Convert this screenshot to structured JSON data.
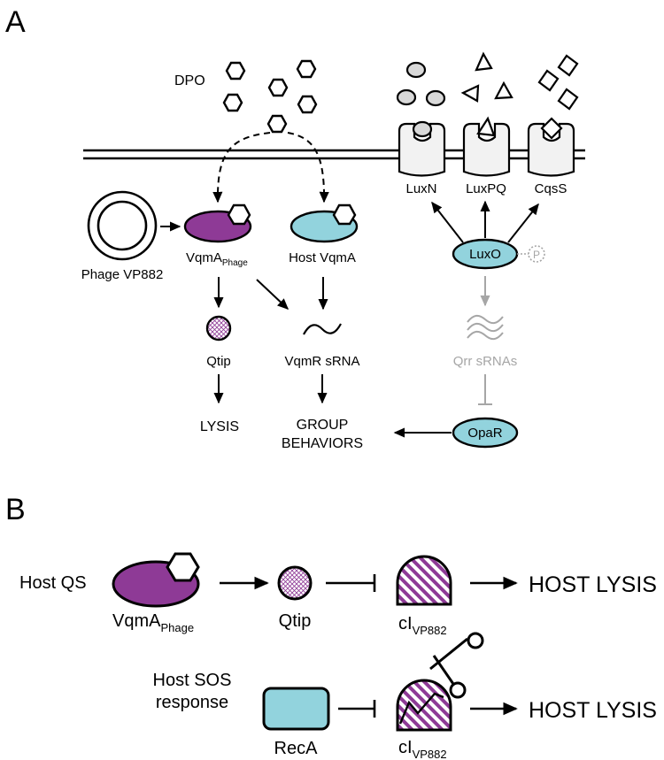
{
  "panels": {
    "a_label": "A",
    "b_label": "B"
  },
  "panel_a": {
    "dpo_label": "DPO",
    "receptors": [
      "LuxN",
      "LuxPQ",
      "CqsS"
    ],
    "phage_label": "Phage VP882",
    "vqma_phage_main": "VqmA",
    "vqma_phage_sub": "Phage",
    "host_vqma_label": "Host VqmA",
    "luxo_label": "LuxO",
    "phospho_label": "P",
    "qtip_label": "Qtip",
    "vqmr_label": "VqmR sRNA",
    "qrr_label": "Qrr sRNAs",
    "lysis_label": "LYSIS",
    "group_line1": "GROUP",
    "group_line2": "BEHAVIORS",
    "opar_label": "OpaR"
  },
  "panel_b": {
    "host_qs_label": "Host QS",
    "vqma_main": "VqmA",
    "vqma_sub": "Phage",
    "qtip_label": "Qtip",
    "ci_main": "cI",
    "ci_sub": "VP882",
    "host_lysis": "HOST LYSIS",
    "sos_line1": "Host SOS",
    "sos_line2": "response",
    "reca_label": "RecA",
    "ci2_main": "cI",
    "ci2_sub": "VP882",
    "host_lysis2": "HOST LYSIS"
  },
  "colors": {
    "purple": "#8e3a96",
    "cyan": "#92d3dd",
    "receptor_fill": "#f2f2f2",
    "gray": "#a6a6a6"
  }
}
